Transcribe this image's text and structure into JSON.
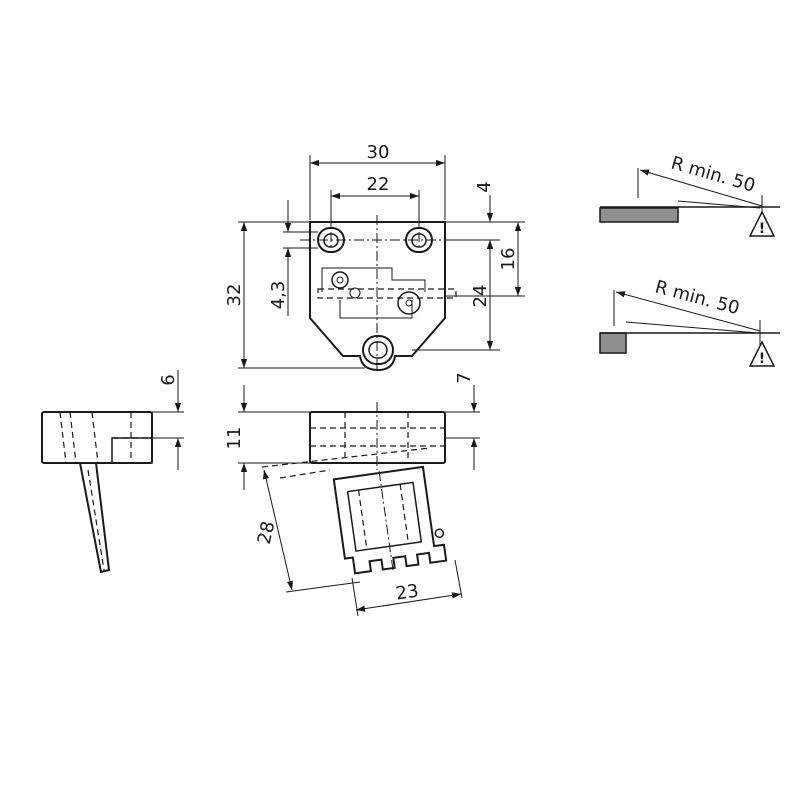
{
  "dimensions": {
    "top_width_outer": "30",
    "top_width_holes": "22",
    "top_hole_offset": "4",
    "top_height_16": "16",
    "top_height_24": "24",
    "top_height_32": "32",
    "top_hole_dia": "4,3",
    "side_height_6": "6",
    "side_height_7": "7",
    "side_height_11": "11",
    "actuator_height_28": "28",
    "actuator_width_23": "23"
  },
  "notes": {
    "bend_radius_1": "R min. 50",
    "bend_radius_2": "R min. 50"
  },
  "icons": {
    "warning_1": "warning-triangle-icon",
    "warning_2": "warning-triangle-icon"
  }
}
